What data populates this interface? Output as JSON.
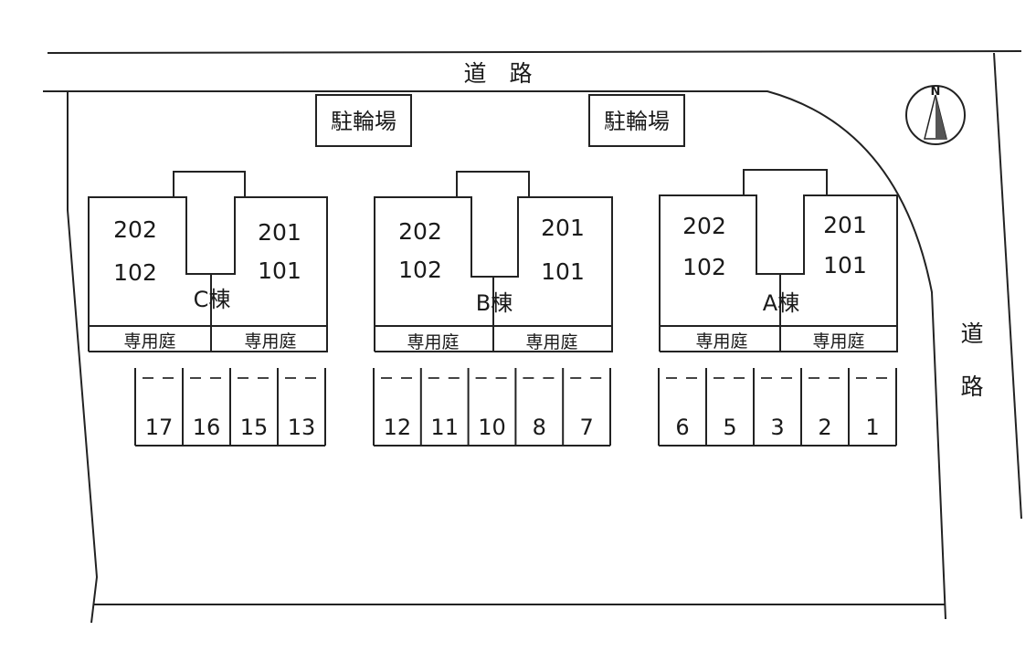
{
  "roads": {
    "top": "道　路",
    "right_line1": "道",
    "right_line2": "路"
  },
  "compass": {
    "letter": "N",
    "icon": "north-arrow-icon"
  },
  "bike_parking": [
    {
      "label": "駐輪場"
    },
    {
      "label": "駐輪場"
    }
  ],
  "buildings": [
    {
      "id": "C",
      "name": "C棟",
      "left_upper": "202",
      "left_lower": "102",
      "right_upper": "201",
      "right_lower": "101",
      "garden_left": "専用庭",
      "garden_right": "専用庭"
    },
    {
      "id": "B",
      "name": "B棟",
      "left_upper": "202",
      "left_lower": "102",
      "right_upper": "201",
      "right_lower": "101",
      "garden_left": "専用庭",
      "garden_right": "専用庭"
    },
    {
      "id": "A",
      "name": "A棟",
      "left_upper": "202",
      "left_lower": "102",
      "right_upper": "201",
      "right_lower": "101",
      "garden_left": "専用庭",
      "garden_right": "専用庭"
    }
  ],
  "parking_groups": [
    {
      "slots": [
        "17",
        "16",
        "15",
        "13"
      ]
    },
    {
      "slots": [
        "12",
        "11",
        "10",
        "8",
        "7"
      ]
    },
    {
      "slots": [
        "6",
        "5",
        "3",
        "2",
        "1"
      ]
    }
  ]
}
